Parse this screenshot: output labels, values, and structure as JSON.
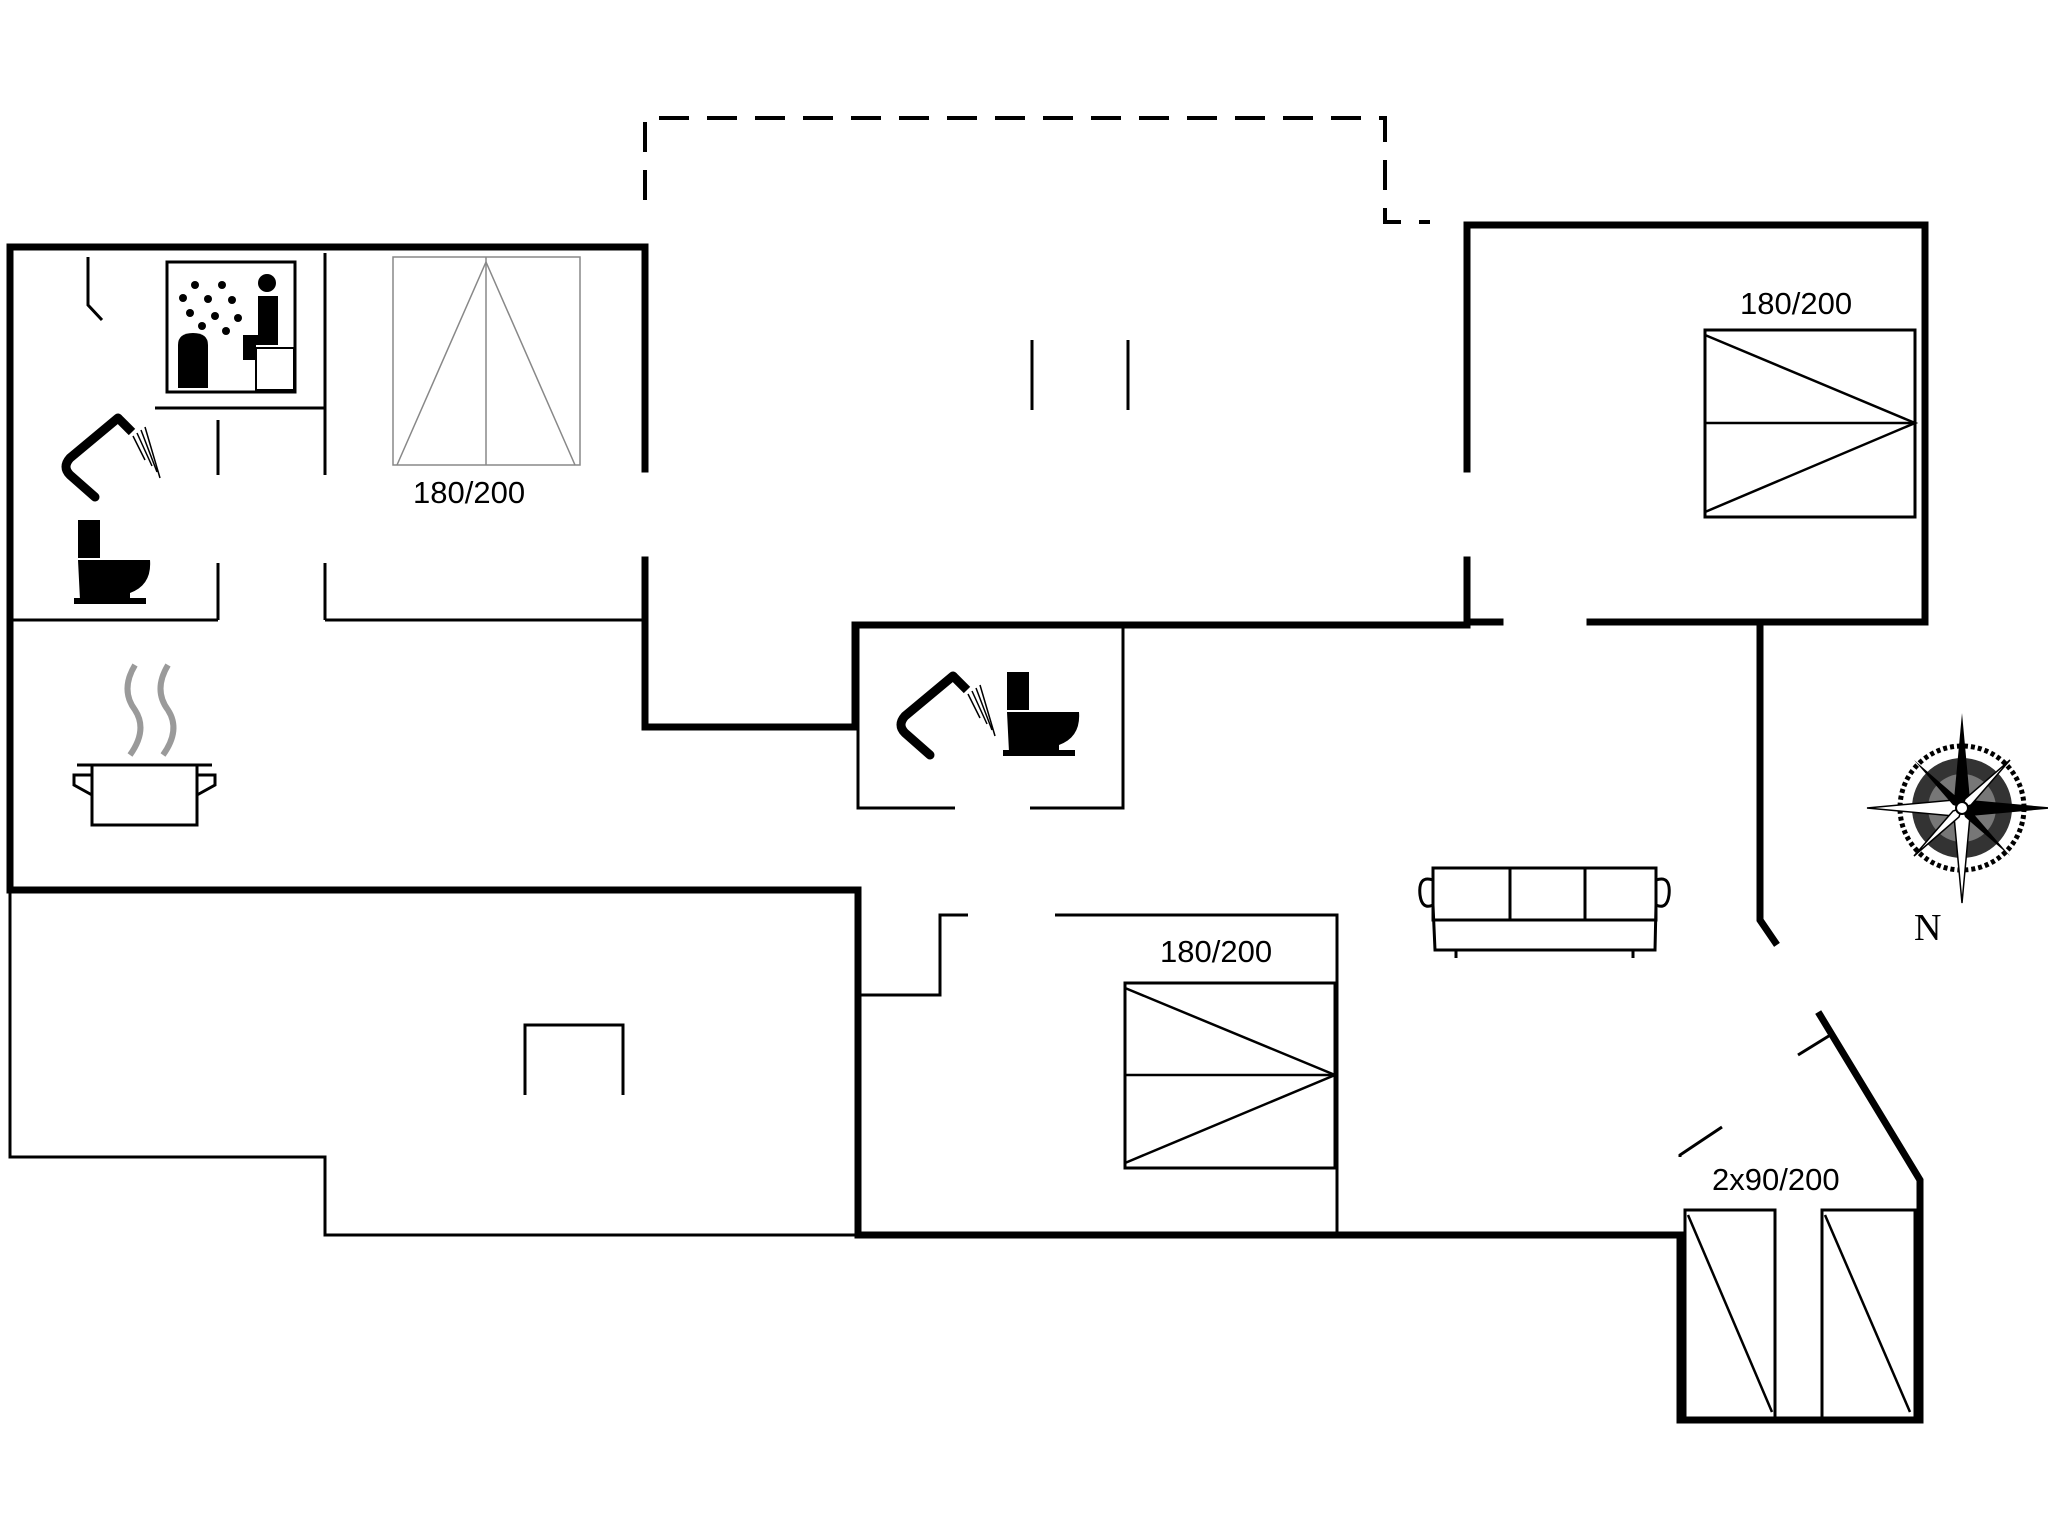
{
  "bed_labels": {
    "top_left": "180/200",
    "top_right": "180/200",
    "middle": "180/200",
    "bottom_right": "2x90/200"
  },
  "compass": {
    "north_label": "N",
    "icon": "compass-rose-icon"
  },
  "icons": [
    "sauna-icon",
    "shower-icon",
    "toilet-icon",
    "cooking-pot-icon",
    "sofa-icon",
    "compass-rose-icon"
  ]
}
